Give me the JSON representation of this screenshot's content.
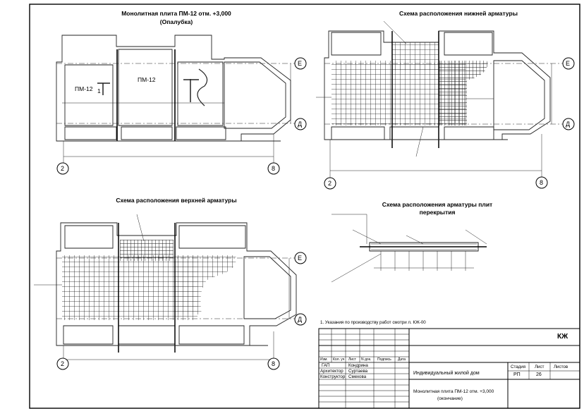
{
  "drawings": {
    "plan_top_left": {
      "title": "Монолитная плита ПМ-12 отм. +3,000",
      "subtitle": "(Опалубка)",
      "slab_label_left": "ПМ-12",
      "slab_label_center": "ПМ-12",
      "section_mark": "1",
      "axis_labels": [
        "Е",
        "Д",
        "2",
        "8"
      ]
    },
    "plan_top_right": {
      "title": "Схема расположения нижней арматуры",
      "axis_labels": [
        "Е",
        "Д",
        "2",
        "8"
      ]
    },
    "plan_bottom_left": {
      "title": "Схема расположения верхней арматуры",
      "axis_labels": [
        "Е",
        "Д",
        "2",
        "8"
      ]
    },
    "section": {
      "title_line1": "Схема расположения арматуры плит",
      "title_line2": "перекрытия"
    }
  },
  "notes": {
    "note1": "1. Указания по производству работ смотри л. КЖ-00"
  },
  "title_block": {
    "stamp": "КЖ",
    "header_cells": [
      "Изм.",
      "Кол. уч",
      "Лист",
      "N док.",
      "Подпись",
      "Дата"
    ],
    "roles": [
      "ГАП",
      "Архитектор",
      "Конструктор"
    ],
    "names": [
      "Кондрина",
      "Суртаева",
      "Смехова"
    ],
    "project_name": "Индивидуальный жилой дом",
    "stage_header": "Стадия",
    "sheet_header": "Лист",
    "sheets_header": "Листов",
    "stage_value": "РП",
    "sheet_value": "26",
    "sheet_title_line1": "Монолитная плита ПМ-12 отм. +3,000",
    "sheet_title_line2": "(окончание)"
  }
}
